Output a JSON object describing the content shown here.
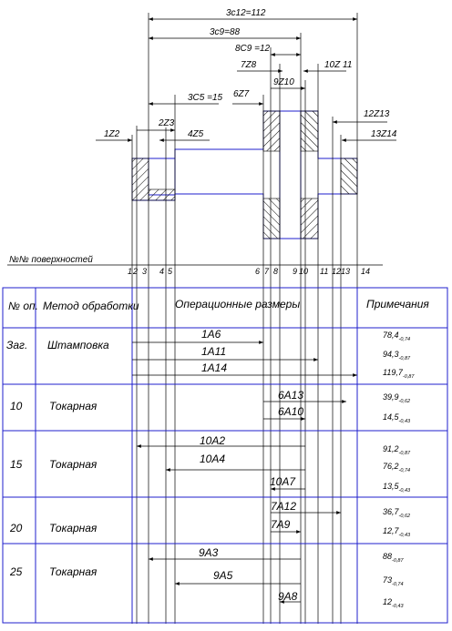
{
  "top_dims": [
    {
      "label": "3с12=112"
    },
    {
      "label": "3с9=88"
    },
    {
      "label": "8С9 =12"
    },
    {
      "label": "7Z8"
    },
    {
      "label": "10Z 11"
    },
    {
      "label": "9Z10"
    },
    {
      "label": "3С5 =15"
    },
    {
      "label": "6Z7"
    },
    {
      "label": "12Z13"
    },
    {
      "label": "2Z3"
    },
    {
      "label": "1Z2"
    },
    {
      "label": "4Z5"
    },
    {
      "label": "13Z14"
    }
  ],
  "surfaces": {
    "title": "№№ поверхностей",
    "numbers": [
      "1",
      "2",
      "3",
      "4",
      "5",
      "6",
      "7",
      "8",
      "9",
      "10",
      "11",
      "12",
      "13",
      "14"
    ]
  },
  "table": {
    "headers": {
      "op_no": "№ оп.",
      "method": "Метод обработки",
      "sizes": "Операционные размеры",
      "notes": "Примечания"
    },
    "rows": [
      {
        "op": "Заг.",
        "method": "Штамповка",
        "sizes": [
          "1А6",
          "1А11",
          "1А14"
        ],
        "notes": [
          {
            "main": "78,4",
            "tol": "-0,74"
          },
          {
            "main": "94,3",
            "tol": "-0,87"
          },
          {
            "main": "119,7",
            "tol": "-0,87"
          }
        ]
      },
      {
        "op": "10",
        "method": "Токарная",
        "sizes": [
          "6А13",
          "6А10"
        ],
        "notes": [
          {
            "main": "39,9",
            "tol": "-0,62"
          },
          {
            "main": "14,5",
            "tol": "-0,43"
          }
        ]
      },
      {
        "op": "15",
        "method": "Токарная",
        "sizes": [
          "10А2",
          "10А4",
          "10А7"
        ],
        "notes": [
          {
            "main": "91,2",
            "tol": "-0,87"
          },
          {
            "main": "76,2",
            "tol": "-0,74"
          },
          {
            "main": "13,5",
            "tol": "-0,43"
          }
        ]
      },
      {
        "op": "20",
        "method": "Токарная",
        "sizes": [
          "7А12",
          "7А9"
        ],
        "notes": [
          {
            "main": "36,7",
            "tol": "-0,62"
          },
          {
            "main": "12,7",
            "tol": "-0,43"
          }
        ]
      },
      {
        "op": "25",
        "method": "Токарная",
        "sizes": [
          "9А3",
          "9А5",
          "9А8"
        ],
        "notes": [
          {
            "main": "88",
            "tol": "-0,87"
          },
          {
            "main": "73",
            "tol": "-0,74"
          },
          {
            "main": "12",
            "tol": "-0,43"
          }
        ]
      }
    ]
  }
}
